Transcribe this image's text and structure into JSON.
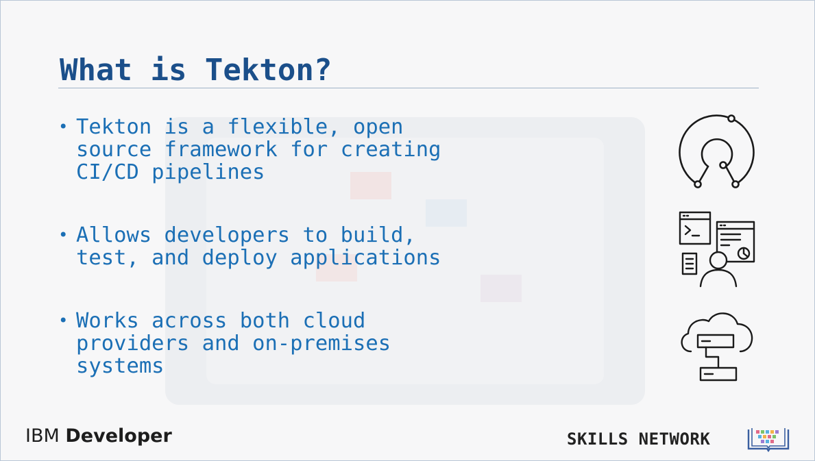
{
  "slide": {
    "title": "What is Tekton?",
    "bullets": [
      {
        "text": "Tekton is a flexible, open\nsource framework for creating\nCI/CD pipelines"
      },
      {
        "text": "Allows developers to build,\ntest, and deploy applications"
      },
      {
        "text": "Works across both cloud\nproviders and on-premises\nsystems"
      }
    ],
    "bullet_glyph": "•"
  },
  "icons": {
    "open_source": "open-source-icon",
    "developer": "developer-workstation-icon",
    "cloud": "cloud-server-icon"
  },
  "footer": {
    "brand_light": "IBM ",
    "brand_bold": "Developer",
    "skills_network": "SKILLS NETWORK"
  },
  "colors": {
    "title": "#1b4f8a",
    "bullet_text": "#1b6fb5",
    "rule": "#9fb3c8",
    "icon_stroke": "#1a1a1a"
  }
}
